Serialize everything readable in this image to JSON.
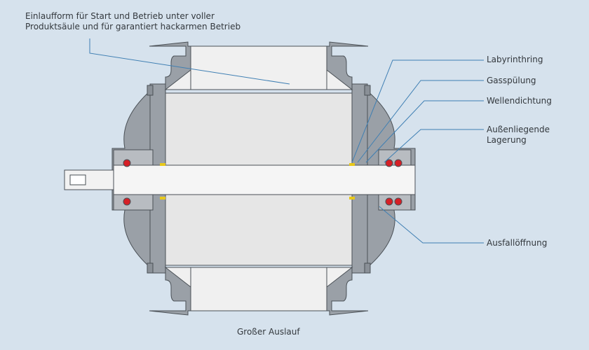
{
  "colors": {
    "background": "#d6e2ed",
    "housing": "#9aa0a7",
    "housing_edge": "#4a5056",
    "rotor": "#e8e8e8",
    "bearing_ball": "#d61f26",
    "leader": "#3f7fb3",
    "seal": "#e8c81a"
  },
  "annotations": {
    "top_note": "Einlaufform für Start und Betrieb unter voller\nProduktsäule und für garantiert hackarmen Betrieb",
    "labyrinthring": "Labyrinthring",
    "gasspuelung": "Gasspülung",
    "wellendichtung": "Wellendichtung",
    "aussenliegende_lagerung": "Außenliegende\nLagerung",
    "ausfalloeffnung": "Ausfallöffnung"
  },
  "caption": "Großer Auslauf"
}
